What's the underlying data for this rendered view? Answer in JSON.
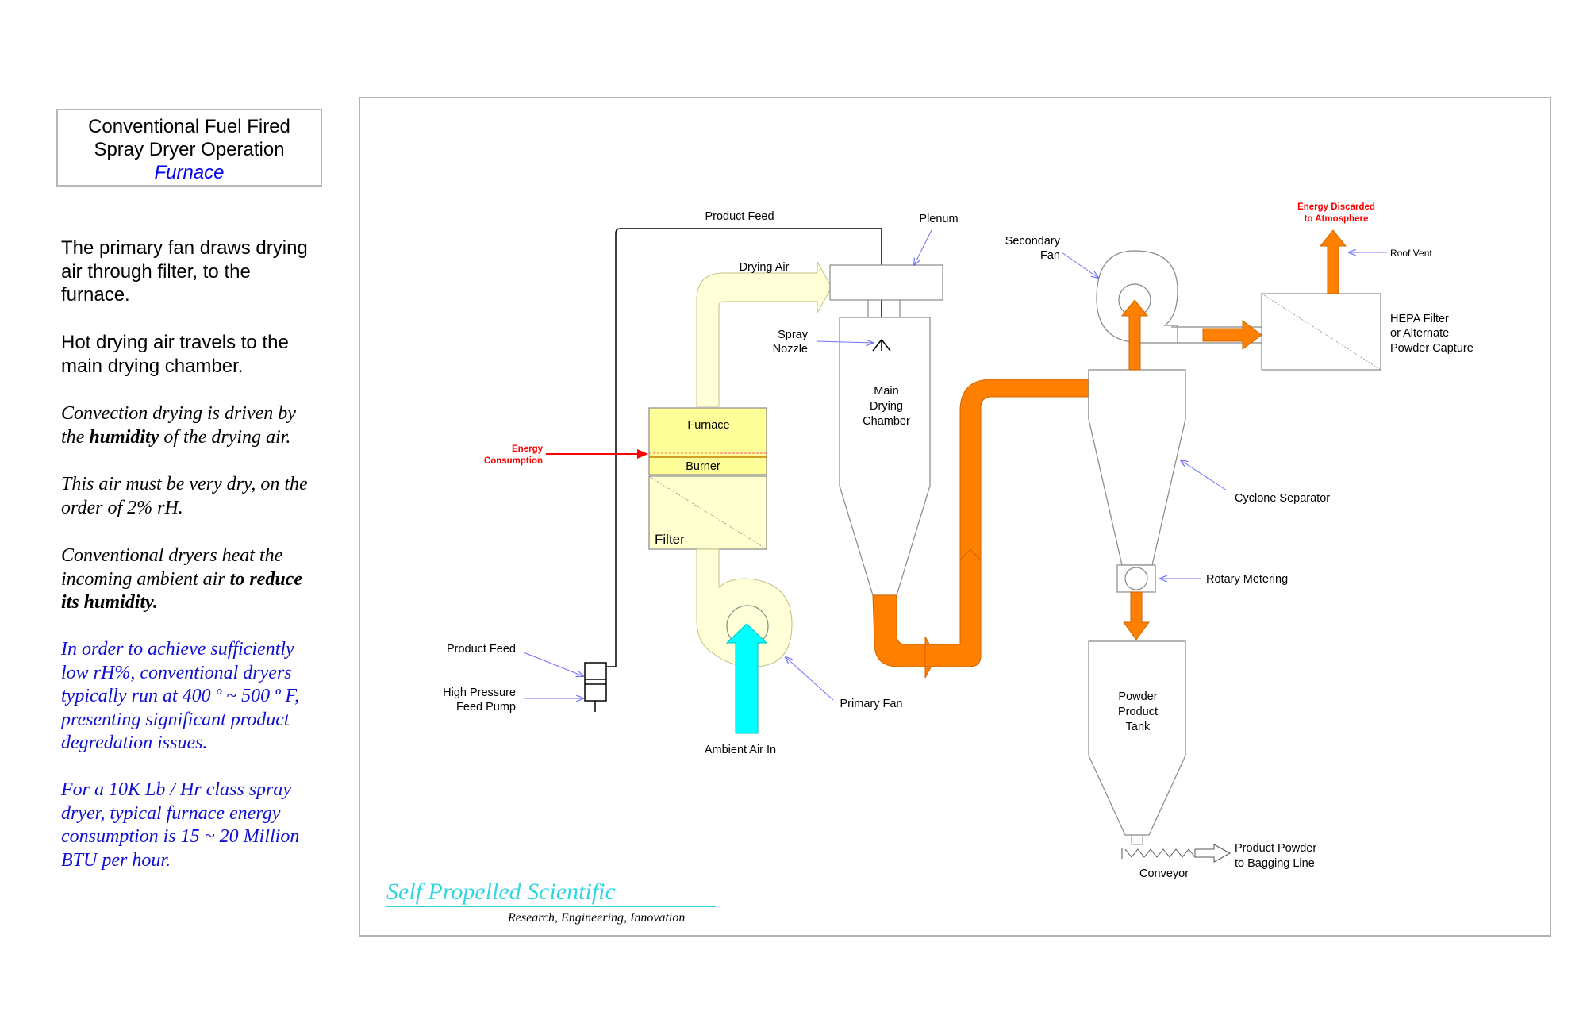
{
  "title": {
    "line1": "Conventional Fuel Fired",
    "line2": "Spray Dryer Operation",
    "subtitle": "Furnace"
  },
  "paragraphs": {
    "p1": "The primary fan draws drying air through filter, to the furnace.",
    "p2": "Hot drying air travels to the main drying chamber.",
    "p3_a": "Convection drying is driven by the ",
    "p3_b": "humidity",
    "p3_c": " of the drying air.",
    "p4": "This air must be very dry, on the order of 2% rH.",
    "p5_a": "Conventional dryers heat the incoming ambient air ",
    "p5_b": "to reduce its humidity.",
    "p6": "In order to achieve sufficiently low rH%, conventional dryers typically run at 400 º ~ 500 º F, presenting significant product degredation issues.",
    "p7": "For a 10K Lb / Hr class spray dryer, typical furnace energy consumption is 15 ~ 20 Million BTU per hour."
  },
  "labels": {
    "product_feed_top": "Product Feed",
    "plenum": "Plenum",
    "drying_air": "Drying Air",
    "spray": "Spray",
    "nozzle": "Nozzle",
    "main": "Main",
    "drying": "Drying",
    "chamber": "Chamber",
    "furnace": "Furnace",
    "burner": "Burner",
    "filter": "Filter",
    "energy": "Energy",
    "consumption": "Consumption",
    "product_feed_left": "Product Feed",
    "high_pressure": "High Pressure",
    "feed_pump": "Feed Pump",
    "primary_fan": "Primary Fan",
    "ambient_air_in": "Ambient Air In",
    "secondary": "Secondary",
    "fan": "Fan",
    "energy_discarded": "Energy Discarded",
    "to_atmosphere": "to Atmosphere",
    "roof_vent": "Roof Vent",
    "hepa_1": "HEPA Filter",
    "hepa_2": "or Alternate",
    "hepa_3": "Powder Capture",
    "cyclone_separator": "Cyclone Separator",
    "rotary_metering": "Rotary Metering",
    "powder": "Powder",
    "product": "Product",
    "tank": "Tank",
    "conveyor": "Conveyor",
    "product_powder": "Product Powder",
    "to_bagging_line": "to Bagging Line"
  },
  "brand": {
    "name": "Self Propelled Scientific",
    "tagline": "Research,  Engineering,  Innovation"
  },
  "colors": {
    "hot_air": "#ff8000",
    "ambient_air": "#00ffff",
    "drying_air": "#ffffd8",
    "furnace_fill": "#ffff99",
    "filter_fill": "#ffffd0",
    "energy_red": "#ff0000",
    "pointer_blue": "#7070ff",
    "brand_cyan": "#33d6e0"
  }
}
